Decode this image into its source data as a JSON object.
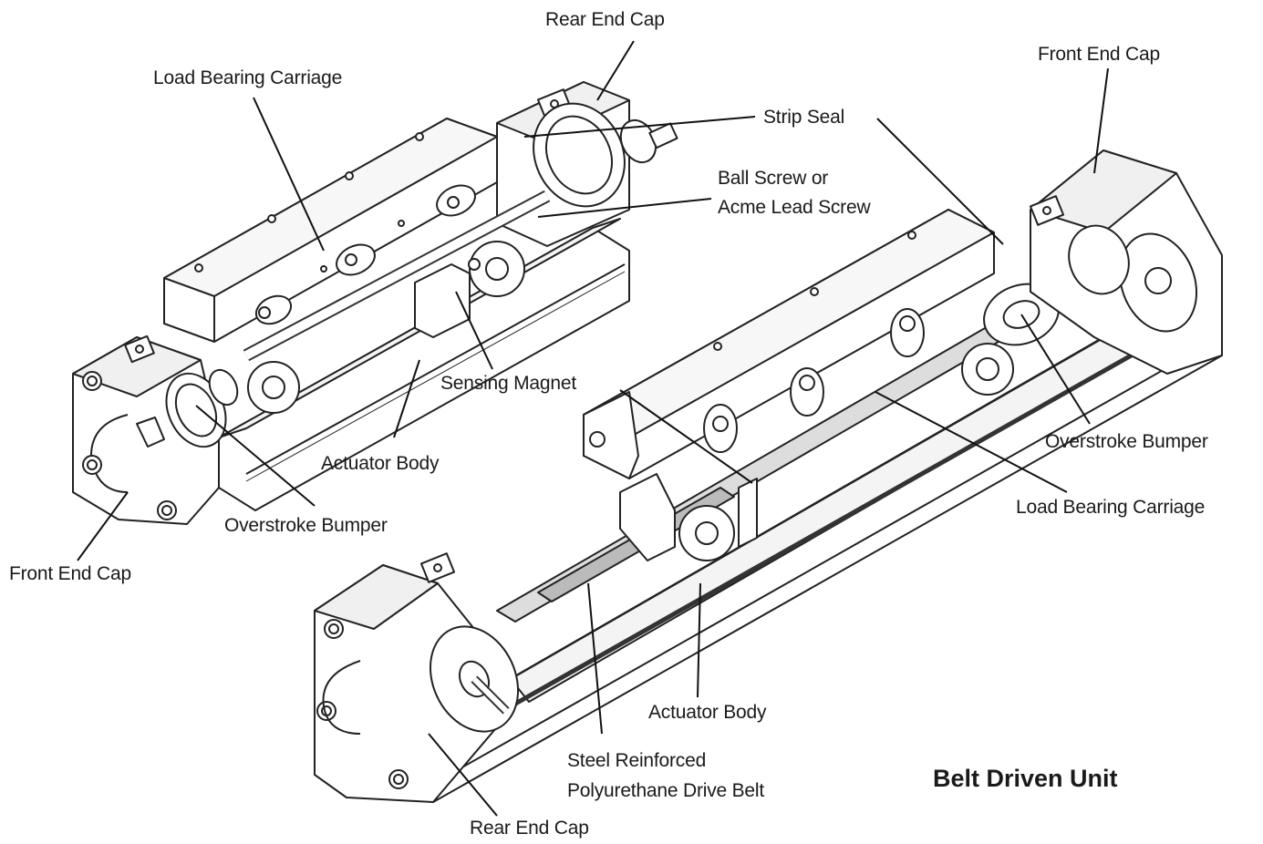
{
  "labels": {
    "rear_end_cap_top": "Rear End Cap",
    "load_bearing_carriage_left": "Load Bearing Carriage",
    "front_end_cap_right": "Front End Cap",
    "strip_seal": "Strip Seal",
    "ball_screw_line1": "Ball Screw or",
    "ball_screw_line2": "Acme Lead Screw",
    "sensing_magnet": "Sensing Magnet",
    "actuator_body_left": "Actuator Body",
    "overstroke_bumper_left": "Overstroke Bumper",
    "front_end_cap_left": "Front End Cap",
    "overstroke_bumper_right": "Overstroke Bumper",
    "load_bearing_carriage_right": "Load Bearing Carriage",
    "actuator_body_bottom": "Actuator Body",
    "belt_line1": "Steel Reinforced",
    "belt_line2": "Polyurethane Drive Belt",
    "rear_end_cap_bottom": "Rear End Cap"
  },
  "title": "Belt Driven Unit"
}
